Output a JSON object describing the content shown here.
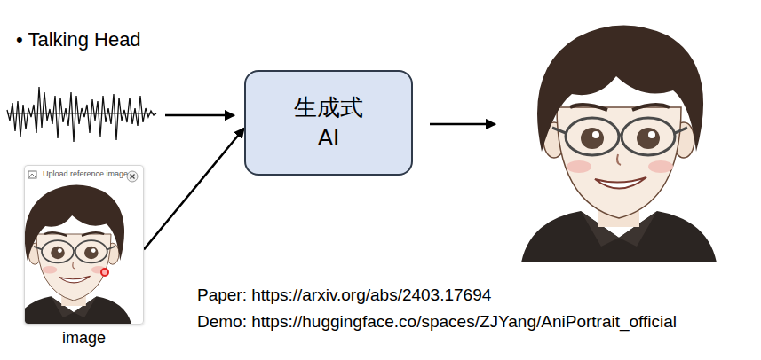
{
  "diagram": {
    "title": "• Talking Head",
    "nodes": [
      {
        "text": [
          "Upload reference image",
          "image"
        ]
      },
      {
        "text": [
          "生成式 AI"
        ]
      }
    ],
    "edges": [
      {
        "from": 0,
        "to": 1,
        "arrow": "to"
      }
    ],
    "labels": [
      "Paper: https://arxiv.org/abs/2403.17694",
      "Demo: https://huggingface.co/spaces/ZJYang/AniPortrait_official"
    ]
  }
}
